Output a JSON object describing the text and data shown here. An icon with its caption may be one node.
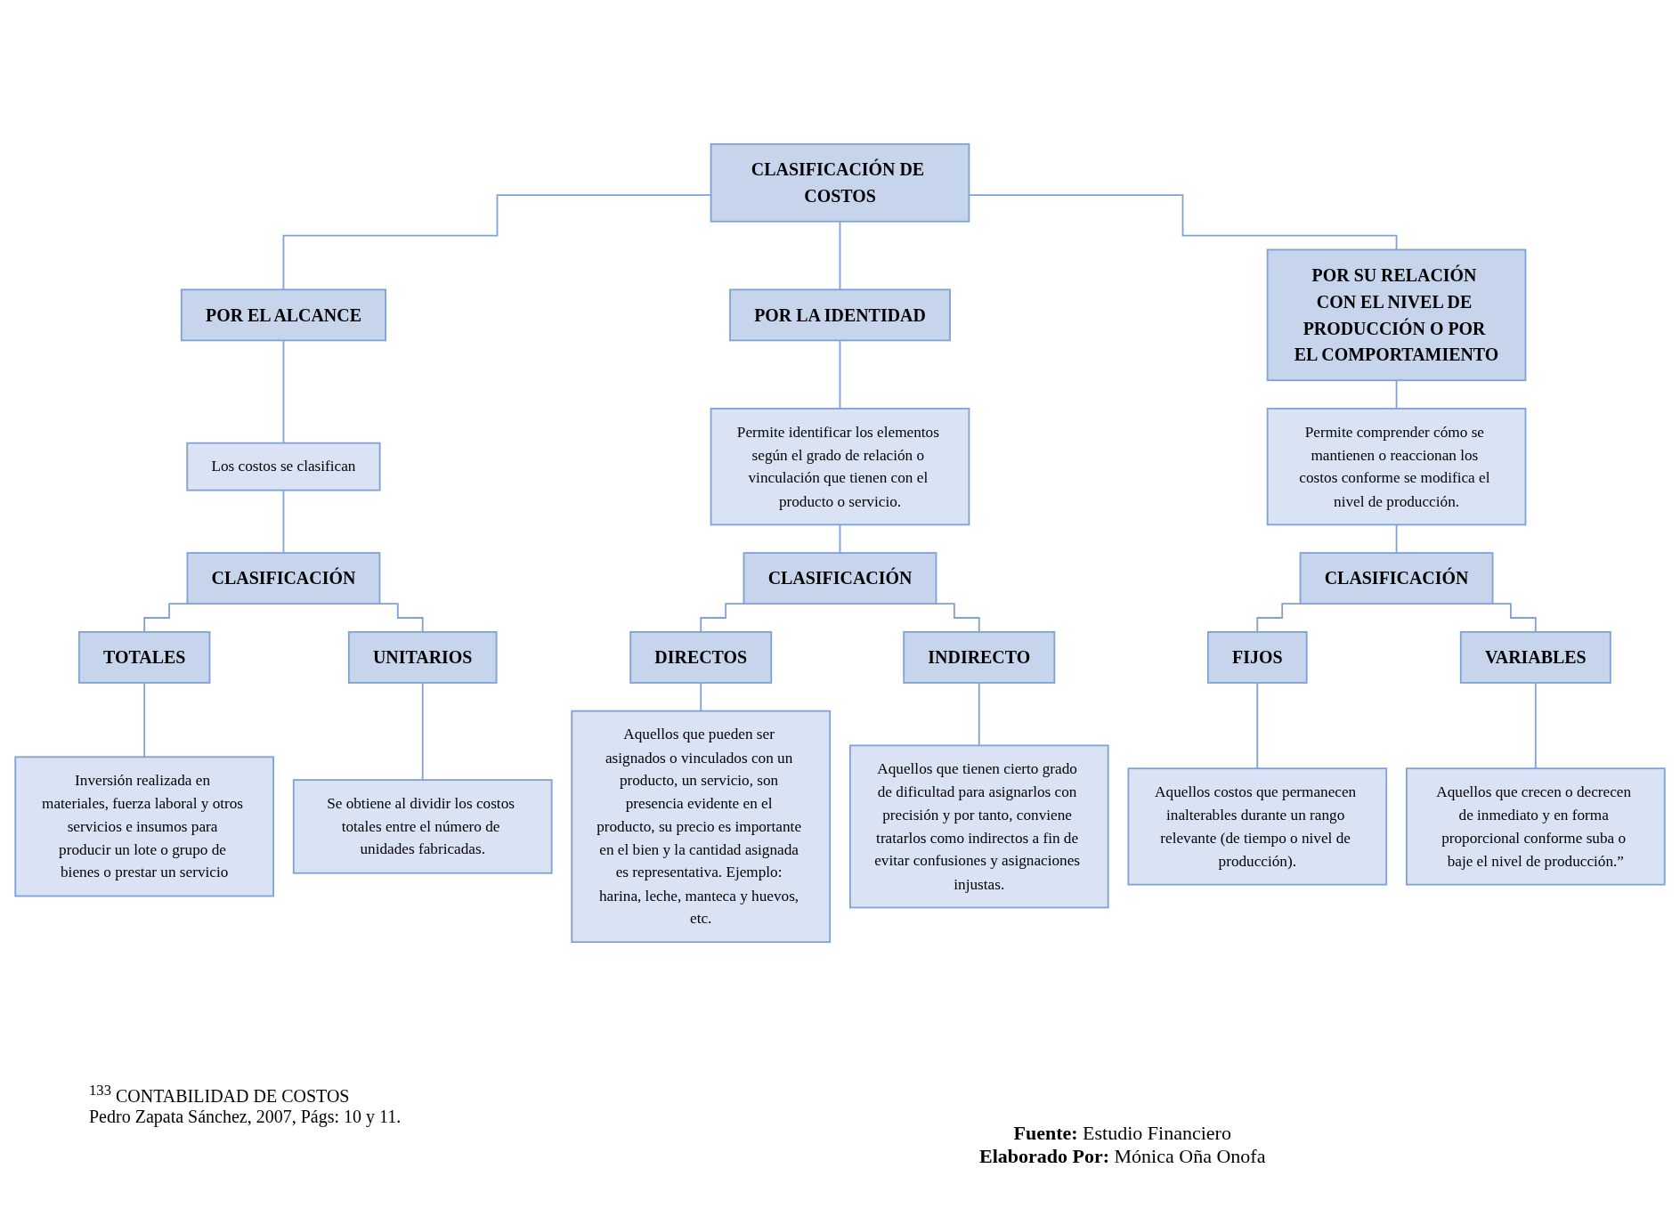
{
  "diagram": {
    "nodes": [
      {
        "text": [
          "CLASIFICACIÓN DE COSTOS"
        ]
      },
      {
        "text": [
          "POR EL ALCANCE"
        ]
      },
      {
        "text": [
          "Los costos se clasifican"
        ]
      },
      {
        "text": [
          "CLASIFICACIÓN"
        ]
      },
      {
        "text": [
          "TOTALES"
        ]
      },
      {
        "text": [
          "UNITARIOS"
        ]
      },
      {
        "text": [
          "Inversión realizada en materiales, fuerza laboral y otros servicios e insumos para producir un lote o grupo de bienes o prestar un servicio"
        ]
      },
      {
        "text": [
          "Se obtiene al dividir los costos totales entre el número de unidades fabricadas."
        ]
      },
      {
        "text": [
          "POR LA IDENTIDAD"
        ]
      },
      {
        "text": [
          "Permite identificar los elementos según el grado de relación o vinculación que tienen con el producto o servicio."
        ]
      },
      {
        "text": [
          "CLASIFICACIÓN"
        ]
      },
      {
        "text": [
          "DIRECTOS"
        ]
      },
      {
        "text": [
          "INDIRECTO"
        ]
      },
      {
        "text": [
          "Aquellos que pueden ser asignados o vinculados con un producto, un servicio, son presencia evidente en el producto, su precio es importante en el bien y la cantidad asignada es representativa. Ejemplo: harina, leche, manteca y huevos, etc."
        ]
      },
      {
        "text": [
          "Aquellos que tienen cierto grado de dificultad para asignarlos con precisión y por tanto, conviene tratarlos como indirectos a fin de evitar confusiones y asignaciones injustas."
        ]
      },
      {
        "text": [
          "POR SU RELACIÓN CON EL NIVEL DE PRODUCCIÓN O POR EL COMPORTAMIENTO"
        ]
      },
      {
        "text": [
          "Permite comprender cómo se mantienen o reaccionan los costos conforme se modifica el nivel de producción."
        ]
      },
      {
        "text": [
          "CLASIFICACIÓN"
        ]
      },
      {
        "text": [
          "FIJOS"
        ]
      },
      {
        "text": [
          "VARIABLES"
        ]
      },
      {
        "text": [
          "Aquellos costos que permanecen inalterables durante un rango relevante (de tiempo o nivel de producción)."
        ]
      },
      {
        "text": [
          "Aquellos que crecen o decrecen de inmediato y en forma proporcional conforme suba o baje el nivel de producción.”"
        ]
      }
    ],
    "edges": [
      {
        "from": 0,
        "to": 1,
        "arrow": "none"
      },
      {
        "from": 0,
        "to": 8,
        "arrow": "none"
      },
      {
        "from": 0,
        "to": 15,
        "arrow": "none"
      },
      {
        "from": 1,
        "to": 2,
        "arrow": "none"
      },
      {
        "from": 2,
        "to": 3,
        "arrow": "none"
      },
      {
        "from": 3,
        "to": 4,
        "arrow": "none"
      },
      {
        "from": 3,
        "to": 5,
        "arrow": "none"
      },
      {
        "from": 4,
        "to": 6,
        "arrow": "none"
      },
      {
        "from": 5,
        "to": 7,
        "arrow": "none"
      },
      {
        "from": 8,
        "to": 9,
        "arrow": "none"
      },
      {
        "from": 9,
        "to": 10,
        "arrow": "none"
      },
      {
        "from": 10,
        "to": 11,
        "arrow": "none"
      },
      {
        "from": 10,
        "to": 12,
        "arrow": "none"
      },
      {
        "from": 11,
        "to": 13,
        "arrow": "none"
      },
      {
        "from": 12,
        "to": 14,
        "arrow": "none"
      },
      {
        "from": 15,
        "to": 16,
        "arrow": "none"
      },
      {
        "from": 16,
        "to": 17,
        "arrow": "none"
      },
      {
        "from": 17,
        "to": 18,
        "arrow": "none"
      },
      {
        "from": 17,
        "to": 19,
        "arrow": "none"
      },
      {
        "from": 18,
        "to": 20,
        "arrow": "none"
      },
      {
        "from": 19,
        "to": 21,
        "arrow": "none"
      }
    ],
    "labels": [
      "$^{133}$ CONTABILIDAD DE COSTOS",
      "Pedro Zapata Sánchez, 2007, Págs: 10 y 11.",
      "**Fuente:** Estudio Financiero",
      "**Elaborado Por:** Mónica Oña Onofa"
    ]
  }
}
